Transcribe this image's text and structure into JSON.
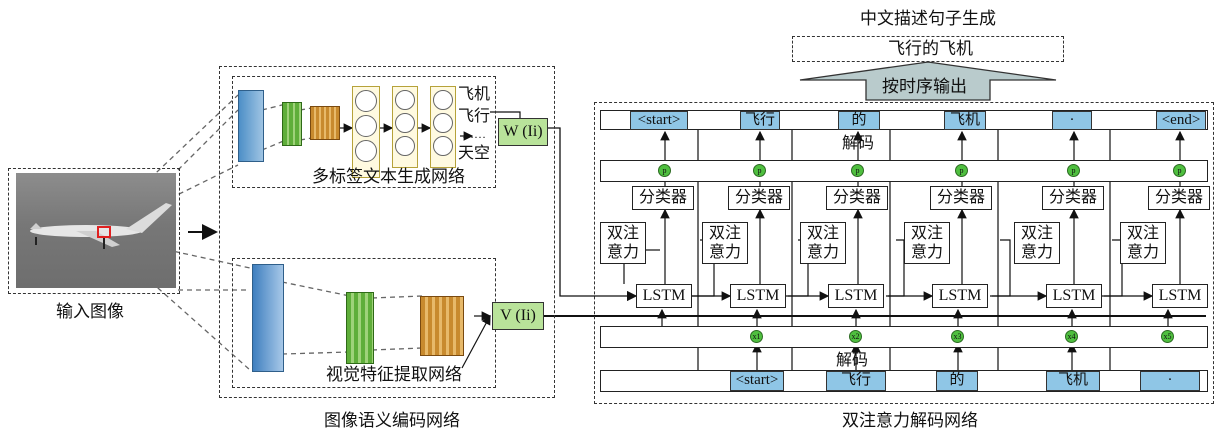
{
  "top": {
    "title": "中文描述句子生成",
    "output_sentence": "飞行的飞机",
    "output_arrow": "按时序输出"
  },
  "input": {
    "label": "输入图像"
  },
  "encoder": {
    "caption": "图像语义编码网络",
    "label_net": {
      "title": "多标签文本生成网络",
      "tags": [
        "飞机",
        "飞行",
        "……",
        "天空"
      ],
      "output": "W (Ii)"
    },
    "visual_net": {
      "title": "视觉特征提取网络",
      "output": "V (Ii)"
    }
  },
  "decoder": {
    "caption": "双注意力解码网络",
    "upper_label": "解码",
    "lower_label": "解码",
    "outputs": [
      "<start>",
      "飞行",
      "的",
      "飞机",
      "·",
      "<end>"
    ],
    "inputs": [
      "<start>",
      "飞行",
      "的",
      "飞机",
      "·"
    ],
    "p_label": "p",
    "classifier": "分类器",
    "attention": [
      "双注",
      "意力"
    ],
    "lstm": "LSTM",
    "x_labels": [
      "x1",
      "x2",
      "x3",
      "x4",
      "x5"
    ]
  },
  "colors": {
    "token_fill": "#8fc6e6",
    "green_box": "#b9e39a",
    "node_green": "#4fbf3f",
    "arrow_fill": "#b9cbcc"
  }
}
